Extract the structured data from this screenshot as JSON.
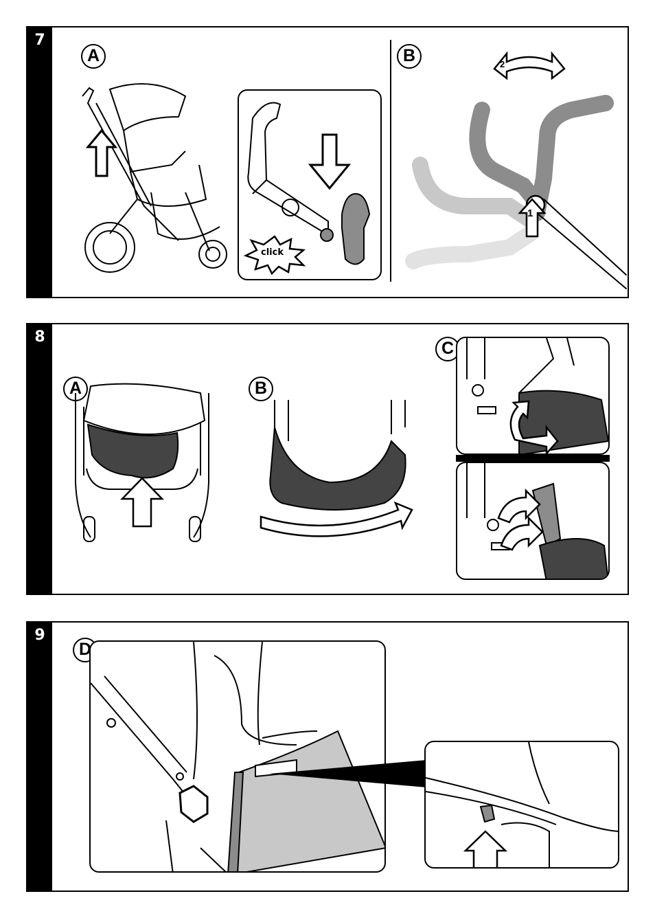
{
  "steps": [
    {
      "number": "7",
      "figures": [
        {
          "letter": "A"
        },
        {
          "letter": "B"
        }
      ],
      "callouts": {
        "click": "click",
        "arrow_1": "1",
        "arrow_2": "2"
      }
    },
    {
      "number": "8",
      "figures": [
        {
          "letter": "A"
        },
        {
          "letter": "B"
        },
        {
          "letter": "C"
        }
      ]
    },
    {
      "number": "9",
      "figures": [
        {
          "letter": "D"
        }
      ]
    }
  ],
  "colors": {
    "line": "#000000",
    "part_gray": "#8c8c8c",
    "light_gray": "#c8c8c8",
    "faint_gray": "#e2e2e2",
    "fabric": "#444444"
  },
  "icons": [
    "up-arrow-icon",
    "down-arrow-icon",
    "curved-arrow-icon",
    "click-burst-icon"
  ]
}
